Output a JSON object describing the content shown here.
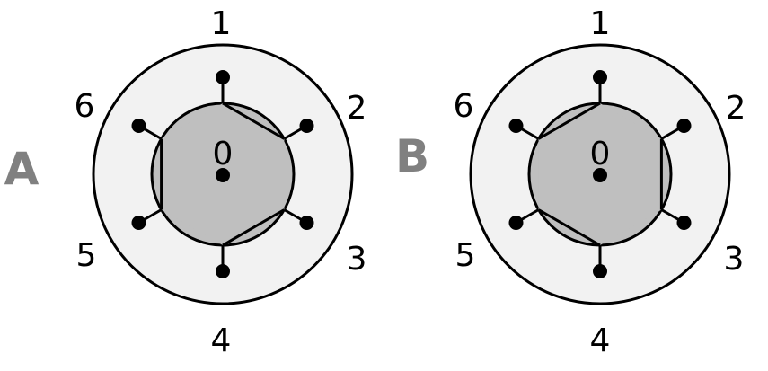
{
  "colors": {
    "outer_fill": "#f2f2f2",
    "rotor_fill": "#bfbfbf",
    "stroke": "#000000",
    "letter": "#808080",
    "text": "#000000"
  },
  "panels": [
    {
      "letter": "A",
      "center_label": "0",
      "port_labels": [
        "1",
        "2",
        "3",
        "4",
        "5",
        "6"
      ],
      "connected_pairs": [
        [
          1,
          2
        ],
        [
          3,
          4
        ],
        [
          5,
          6
        ]
      ]
    },
    {
      "letter": "B",
      "center_label": "0",
      "port_labels": [
        "1",
        "2",
        "3",
        "4",
        "5",
        "6"
      ],
      "connected_pairs": [
        [
          2,
          3
        ],
        [
          4,
          5
        ],
        [
          6,
          1
        ]
      ]
    }
  ]
}
